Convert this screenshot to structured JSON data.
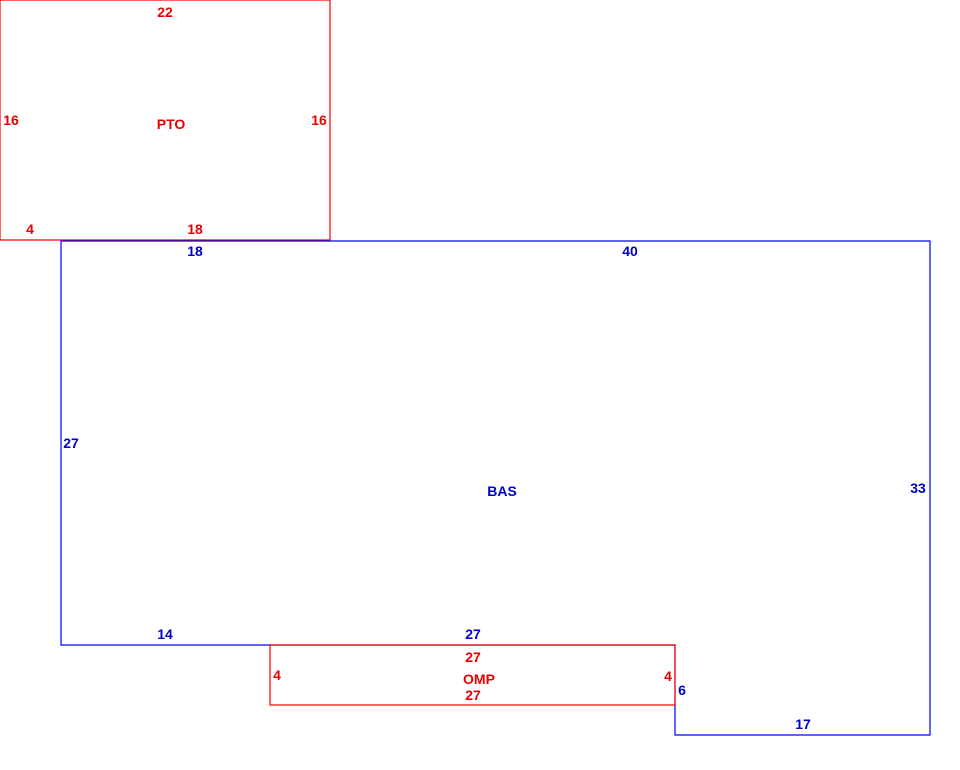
{
  "colors": {
    "pto": "#ff0000",
    "bas": "#0000ff",
    "omp": "#ff0000"
  },
  "areas": {
    "pto": {
      "label": "PTO",
      "dims": {
        "top": "22",
        "left": "16",
        "right": "16",
        "bottom_left": "4",
        "bottom_right": "18"
      }
    },
    "bas": {
      "label": "BAS",
      "dims": {
        "top_left": "18",
        "top_right": "40",
        "left": "27",
        "right": "33",
        "bottom_left": "14",
        "bottom_middle": "27",
        "step": "6",
        "bottom_right": "17"
      }
    },
    "omp": {
      "label": "OMP",
      "dims": {
        "top": "27",
        "left": "4",
        "right": "4",
        "bottom": "27"
      }
    }
  }
}
